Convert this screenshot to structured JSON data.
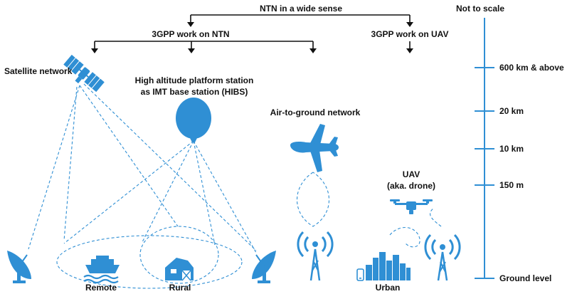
{
  "colors": {
    "accent": "#2f8fd4",
    "text": "#111111",
    "line": "#333333"
  },
  "hierarchy": {
    "top": "NTN in a wide sense",
    "left": "3GPP work on NTN",
    "right": "3GPP work on UAV"
  },
  "labels": {
    "satellite": "Satellite network",
    "hibs_line1": "High altitude platform station",
    "hibs_line2": "as IMT base station (HIBS)",
    "air_to_ground": "Air-to-ground network",
    "uav_line1": "UAV",
    "uav_line2": "(aka. drone)",
    "remote": "Remote",
    "rural": "Rural",
    "urban": "Urban"
  },
  "scale": {
    "title": "Not to scale",
    "ticks": [
      {
        "label": "600 km & above"
      },
      {
        "label": "20 km"
      },
      {
        "label": "10 km"
      },
      {
        "label": "150 m"
      },
      {
        "label": "Ground level"
      }
    ]
  },
  "icons": [
    "satellite-icon",
    "balloon-icon",
    "airplane-icon",
    "drone-icon",
    "cell-tower-icon",
    "dish-antenna-icon",
    "ship-icon",
    "barn-icon",
    "city-skyline-icon",
    "phone-icon"
  ]
}
